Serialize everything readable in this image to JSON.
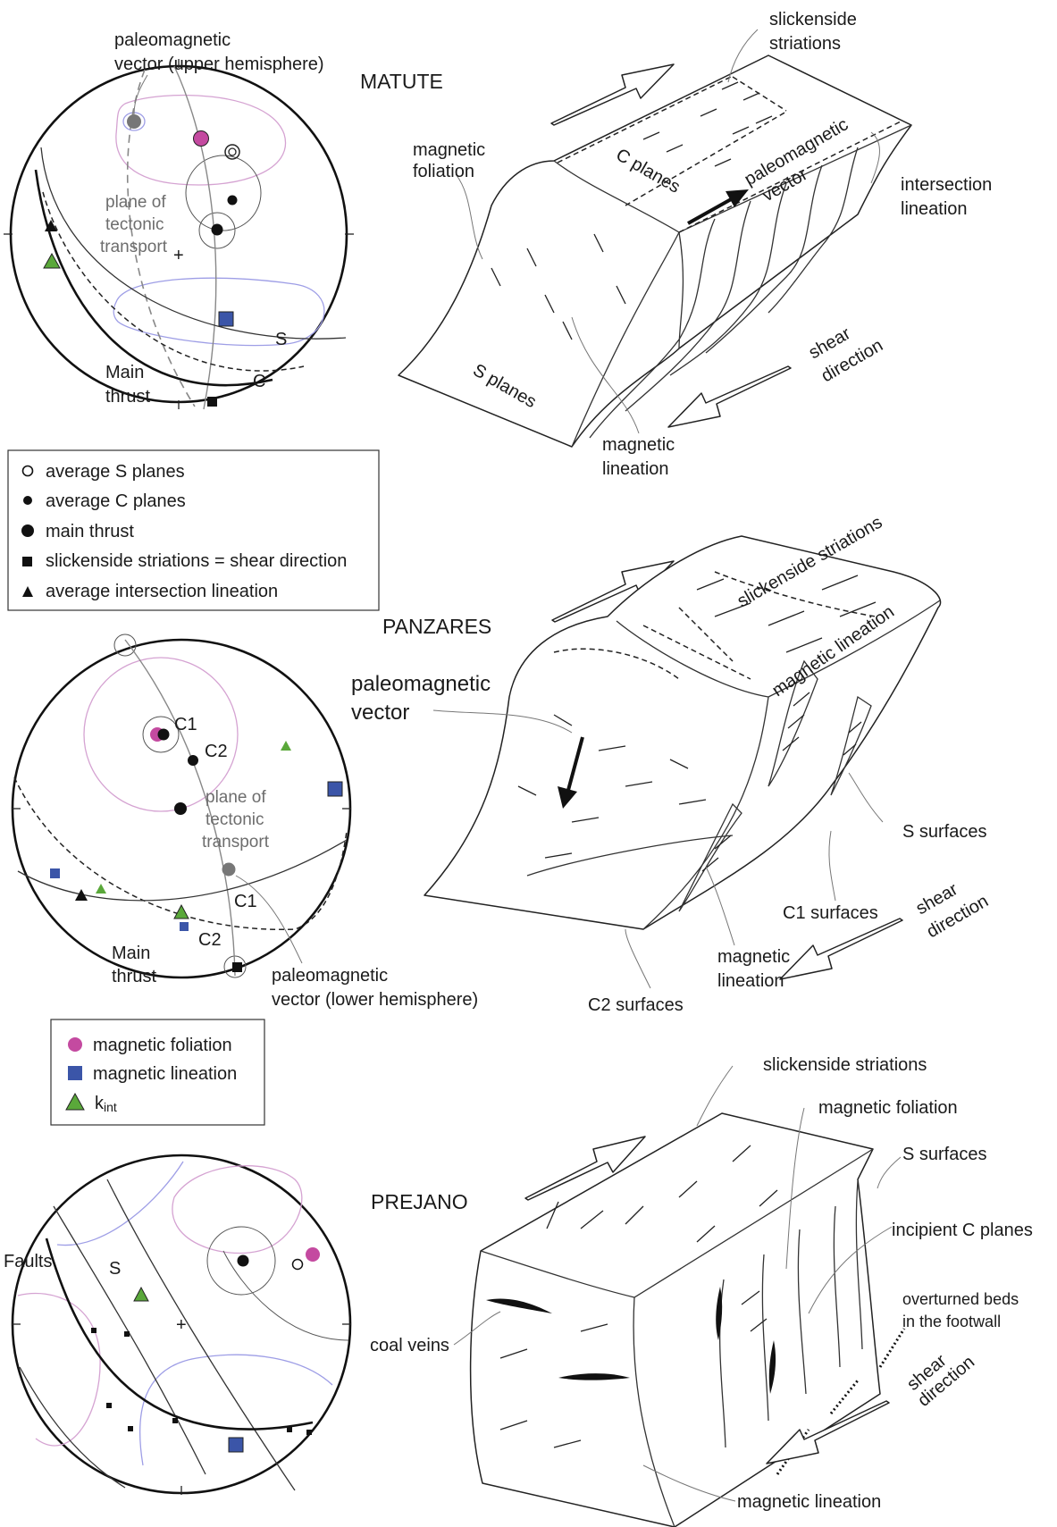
{
  "colors": {
    "magnetic_foliation": "#c44aa0",
    "magnetic_lineation": "#3b55a8",
    "kint": "#5aa83a",
    "paleomagnetic_vector": "#777777",
    "ink": "#1a1a1a"
  },
  "matute": {
    "site_title": "MATUTE",
    "stereonet": {
      "paleo_label_1": "paleomagnetic",
      "paleo_label_2": "vector (upper hemisphere)",
      "plane_label_1": "plane of",
      "plane_label_2": "tectonic",
      "plane_label_3": "transport",
      "s_label": "S",
      "c_label": "C",
      "main_thrust_1": "Main",
      "main_thrust_2": "thrust"
    },
    "block": {
      "slickenside_1": "slickenside",
      "slickenside_2": "striations",
      "magnetic_foliation_1": "magnetic",
      "magnetic_foliation_2": "foliation",
      "c_planes": "C planes",
      "paleo_vector_1": "paleomagnetic",
      "paleo_vector_2": "vector",
      "intersection_1": "intersection",
      "intersection_2": "lineation",
      "s_planes": "S planes",
      "shear_1": "shear",
      "shear_2": "direction",
      "mag_lineation_1": "magnetic",
      "mag_lineation_2": "lineation"
    }
  },
  "legend_structures": [
    {
      "symbol": "circle-open",
      "icon": "open-circle-icon",
      "label": "average S planes"
    },
    {
      "symbol": "circle-small",
      "icon": "small-filled-circle-icon",
      "label": "average C planes"
    },
    {
      "symbol": "circle-large",
      "icon": "large-filled-circle-icon",
      "label": "main thrust"
    },
    {
      "symbol": "square",
      "icon": "filled-square-icon",
      "label": "slickenside striations = shear direction"
    },
    {
      "symbol": "triangle",
      "icon": "filled-triangle-icon",
      "label": "average intersection lineation"
    }
  ],
  "panzares": {
    "site_title": "PANZARES",
    "stereonet": {
      "c1_top": "C1",
      "c2_top": "C2",
      "plane_label_1": "plane of",
      "plane_label_2": "tectonic",
      "plane_label_3": "transport",
      "c1_arc": "C1",
      "c2_arc": "C2",
      "main_thrust_1": "Main",
      "main_thrust_2": "thrust",
      "paleo_label_1": "paleomagnetic",
      "paleo_label_2": "vector (lower hemisphere)"
    },
    "block": {
      "paleo_vector_1": "paleomagnetic",
      "paleo_vector_2": "vector",
      "slickenside": "slickenside striations",
      "mag_lineation_top": "magnetic lineation",
      "s_surfaces": "S surfaces",
      "c1_surfaces": "C1 surfaces",
      "shear_1": "shear",
      "shear_2": "direction",
      "mag_lineation_1": "magnetic",
      "mag_lineation_2": "lineation",
      "c2_surfaces": "C2 surfaces"
    }
  },
  "legend_fabric": [
    {
      "symbol": "circle",
      "icon": "pink-circle-icon",
      "label": "magnetic foliation",
      "color": "#c44aa0"
    },
    {
      "symbol": "square",
      "icon": "blue-square-icon",
      "label": "magnetic lineation",
      "color": "#3b55a8"
    },
    {
      "symbol": "triangle",
      "icon": "green-triangle-icon",
      "label": "k",
      "sub": "int",
      "color": "#5aa83a"
    }
  ],
  "prejano": {
    "site_title": "PREJANO",
    "stereonet": {
      "faults": "Faults",
      "s_label": "S"
    },
    "block": {
      "slickenside": "slickenside striations",
      "mag_foliation": "magnetic foliation",
      "s_surfaces": "S surfaces",
      "incipient": "incipient C planes",
      "overturned_1": "overturned  beds",
      "overturned_2": "in the footwall",
      "coal_veins": "coal veins",
      "shear_1": "shear",
      "shear_2": "direction",
      "mag_lineation": "magnetic lineation"
    }
  }
}
